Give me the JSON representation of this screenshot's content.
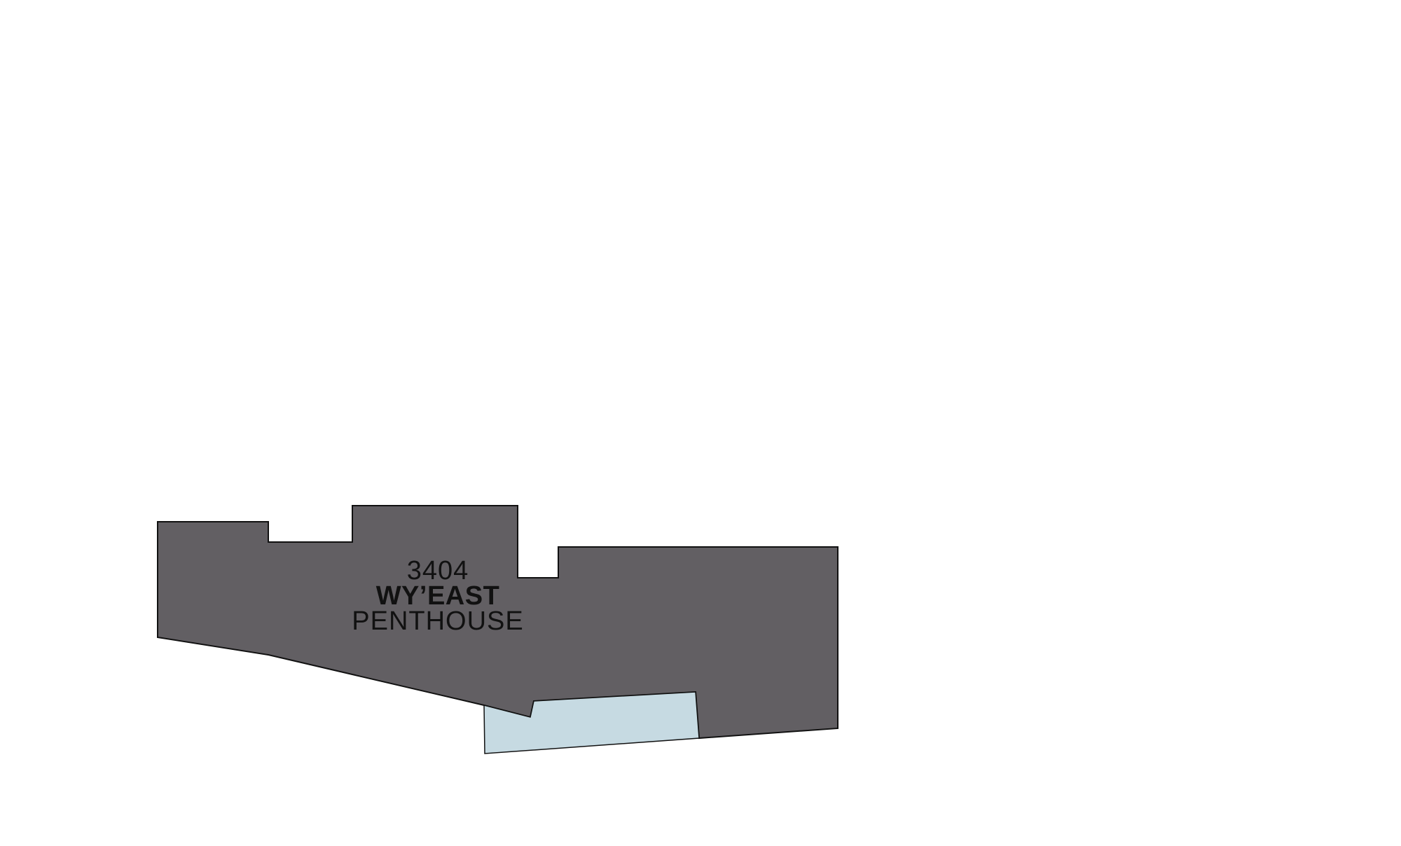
{
  "unit": {
    "number": "3404",
    "name": "WY’EAST",
    "type": "PENTHOUSE"
  },
  "colors": {
    "unit_fill": "#625f63",
    "terrace_fill": "#c6dae2",
    "outline": "#111111",
    "background": "#ffffff"
  }
}
